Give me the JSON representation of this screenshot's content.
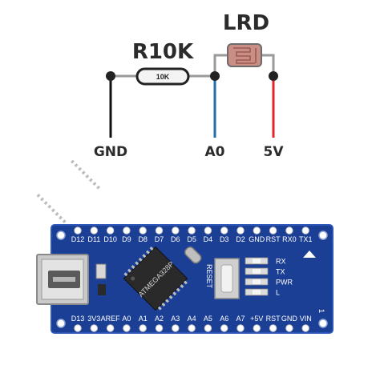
{
  "schematic": {
    "resistor_label": "R10K",
    "resistor_value": "10K",
    "ldr_label": "LRD",
    "nets": {
      "gnd": "GND",
      "a0": "A0",
      "v5": "5V"
    },
    "colors": {
      "wire": "#9a9a9a",
      "gnd_wire": "#111111",
      "a0_wire": "#1f6fa8",
      "v5_wire": "#e0262d",
      "ldr_body": "#c98e86",
      "ldr_track": "#9c5a50"
    }
  },
  "board": {
    "top_pins": [
      "D12",
      "D11",
      "D10",
      "D9",
      "D8",
      "D7",
      "D6",
      "D5",
      "D4",
      "D3",
      "D2",
      "GND",
      "RST",
      "RX0",
      "TX1"
    ],
    "bottom_pins": [
      "D13",
      "3V3",
      "AREF",
      "A0",
      "A1",
      "A2",
      "A3",
      "A4",
      "A5",
      "A6",
      "A7",
      "+5V",
      "RST",
      "GND",
      "VIN"
    ],
    "reset_label": "RESET",
    "led_labels": [
      "RX",
      "TX",
      "PWR",
      "L"
    ],
    "pin1_label": "1",
    "chip_marking": "ATMEGA328P",
    "colors": {
      "pcb": "#1b3f95",
      "pcb_edge": "#2c55b8",
      "pad": "#ffffff",
      "chip": "#2a2a2a"
    },
    "icons": [
      "usb-connector-icon",
      "microcontroller-chip-icon",
      "crystal-icon",
      "reset-button-icon",
      "led-icon",
      "pin1-triangle-icon"
    ]
  }
}
